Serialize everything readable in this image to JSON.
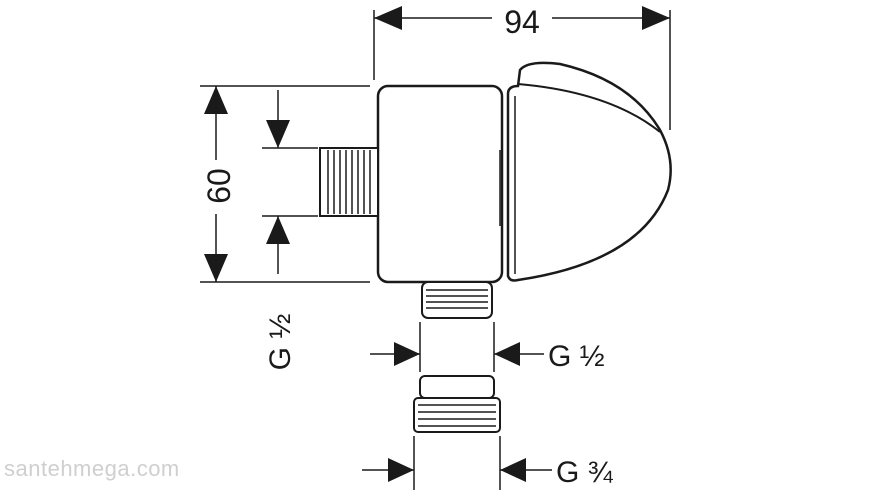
{
  "dimensions": {
    "overall_width": "94",
    "body_height": "60",
    "side_inlet_thread": "G ½",
    "bottom_outlet_thread": "G ½",
    "adapter_thread": "G ¾"
  },
  "watermark": "santehmega.com"
}
